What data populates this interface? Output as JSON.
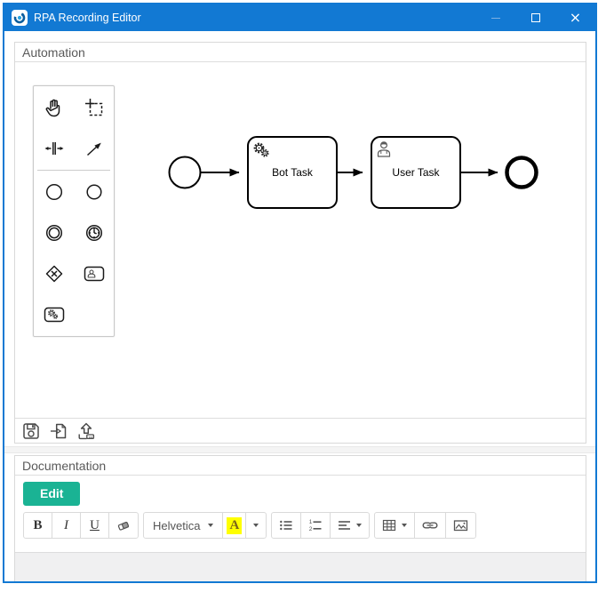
{
  "window": {
    "title": "RPA Recording Editor",
    "controls": [
      "minimize",
      "maximize",
      "close"
    ]
  },
  "automation": {
    "title": "Automation",
    "palette_tools": [
      "hand-tool",
      "lasso-tool",
      "space-tool",
      "global-connect-tool",
      "create-start-event",
      "create-end-event",
      "create-intermediate-event",
      "create-timer-event",
      "create-exclusive-gateway",
      "create-user-task",
      "create-bot-task"
    ],
    "footer_actions": [
      "save",
      "import",
      "export"
    ]
  },
  "diagram": {
    "type": "bpmn-process",
    "nodes": [
      {
        "id": "start",
        "type": "start-event",
        "label": ""
      },
      {
        "id": "bot",
        "type": "bot-task",
        "label": "Bot Task",
        "icon": "gears-icon"
      },
      {
        "id": "user",
        "type": "user-task",
        "label": "User Task",
        "icon": "person-icon"
      },
      {
        "id": "end",
        "type": "end-event",
        "label": ""
      }
    ],
    "flows": [
      {
        "from": "start",
        "to": "bot"
      },
      {
        "from": "bot",
        "to": "user"
      },
      {
        "from": "user",
        "to": "end"
      }
    ]
  },
  "documentation": {
    "title": "Documentation",
    "edit_label": "Edit",
    "toolbar": {
      "bold": "B",
      "italic": "I",
      "underline": "U",
      "color": "A",
      "font_name": "Helvetica",
      "ol1": "1",
      "ol2": "2",
      "buttons": [
        "bold",
        "italic",
        "underline",
        "clear-format",
        "font-family",
        "highlight-color",
        "color-dropdown",
        "unordered-list",
        "ordered-list",
        "paragraph-align",
        "table",
        "link",
        "picture"
      ]
    },
    "content": ""
  },
  "colors": {
    "titlebar": "#1279d3",
    "window_border": "#1279d3",
    "edit_button": "#1ab394",
    "highlight": "#ffff00",
    "panel_border": "#d9d9d9",
    "editor_bg": "#f0f0f1"
  }
}
